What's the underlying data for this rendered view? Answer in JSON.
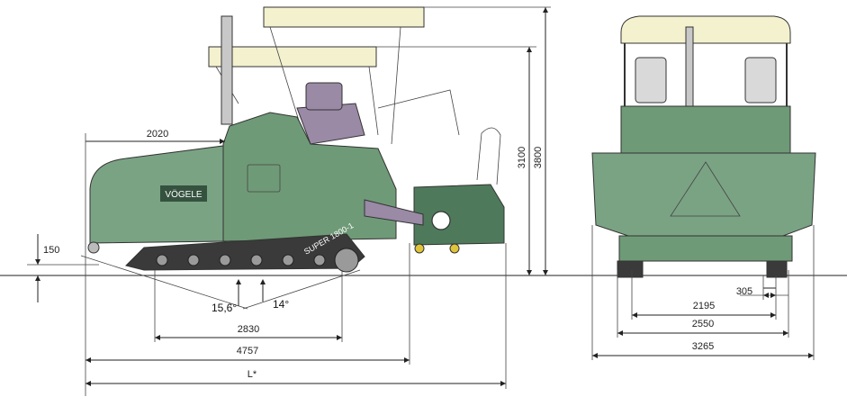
{
  "brand_label": "VÖGELE",
  "model_label": "SUPER 1800-1",
  "colors": {
    "machine_green": "#6f9a77",
    "machine_green_dark": "#4e7a5b",
    "canopy": "#f4f1cf",
    "track_dark": "#3a3a3a",
    "purple_detail": "#9a8aa6",
    "screed_green": "#7aa384",
    "yellow_detail": "#e0c43a"
  },
  "side_view_dims": {
    "cab_front_offset": "2020",
    "height_roof": "3100",
    "height_top": "3800",
    "ground_clearance": "150",
    "angle_rear": "15,6°",
    "angle_front": "14°",
    "wheelbase": "2830",
    "machine_length": "4757",
    "total_length": "L*"
  },
  "front_view_dims": {
    "track_width": "305",
    "track_span": "2195",
    "outer_width": "2550",
    "hopper_width": "3265"
  }
}
